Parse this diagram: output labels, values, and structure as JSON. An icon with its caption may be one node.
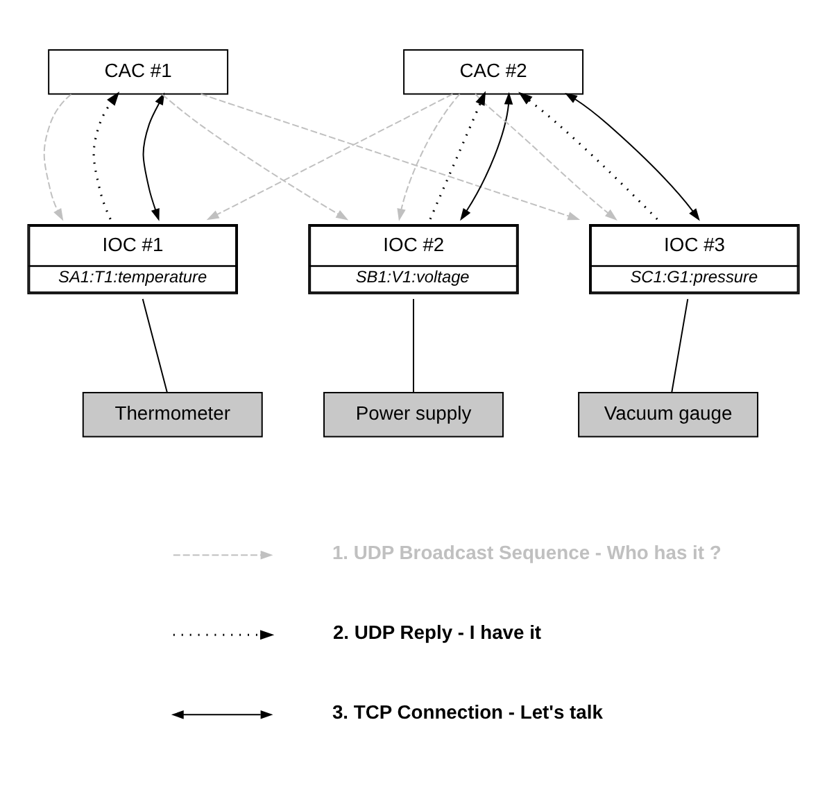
{
  "diagram": {
    "nodes": [
      {
        "text": [
          "CAC #1"
        ]
      },
      {
        "text": [
          "CAC #2"
        ]
      },
      {
        "text": [
          "IOC #1",
          "SA1:T1:temperature"
        ]
      },
      {
        "text": [
          "IOC #2",
          "SB1:V1:voltage"
        ]
      },
      {
        "text": [
          "IOC #3",
          "SC1:G1:pressure"
        ]
      },
      {
        "text": [
          "Thermometer"
        ]
      },
      {
        "text": [
          "Power supply"
        ]
      },
      {
        "text": [
          "Vacuum gauge"
        ]
      }
    ],
    "edges": [
      {
        "from": 0,
        "to": 2,
        "arrow": "to",
        "style": "dashed",
        "color": "#c0c0c0"
      },
      {
        "from": 0,
        "to": 3,
        "arrow": "to",
        "style": "dashed",
        "color": "#c0c0c0"
      },
      {
        "from": 0,
        "to": 4,
        "arrow": "to",
        "style": "dashed",
        "color": "#c0c0c0"
      },
      {
        "from": 2,
        "to": 0,
        "arrow": "to",
        "style": "dashed"
      },
      {
        "from": 0,
        "to": 2,
        "arrow": "both"
      },
      {
        "from": 1,
        "to": 2,
        "arrow": "to",
        "style": "dashed",
        "color": "#c0c0c0"
      },
      {
        "from": 1,
        "to": 3,
        "arrow": "to",
        "style": "dashed",
        "color": "#c0c0c0"
      },
      {
        "from": 1,
        "to": 4,
        "arrow": "to",
        "style": "dashed",
        "color": "#c0c0c0"
      },
      {
        "from": 3,
        "to": 1,
        "arrow": "to",
        "style": "dashed"
      },
      {
        "from": 4,
        "to": 1,
        "arrow": "to",
        "style": "dashed"
      },
      {
        "from": 1,
        "to": 3,
        "arrow": "both"
      },
      {
        "from": 1,
        "to": 4,
        "arrow": "both"
      },
      {
        "from": 2,
        "to": 5,
        "arrow": "none"
      },
      {
        "from": 3,
        "to": 6,
        "arrow": "none"
      },
      {
        "from": 4,
        "to": 7,
        "arrow": "none"
      }
    ],
    "legend": [
      {
        "text": "1. UDP Broadcast Sequence - Who has it ?"
      },
      {
        "text": "2. UDP Reply - I have it"
      },
      {
        "text": "3. TCP Connection - Let's talk"
      }
    ]
  }
}
